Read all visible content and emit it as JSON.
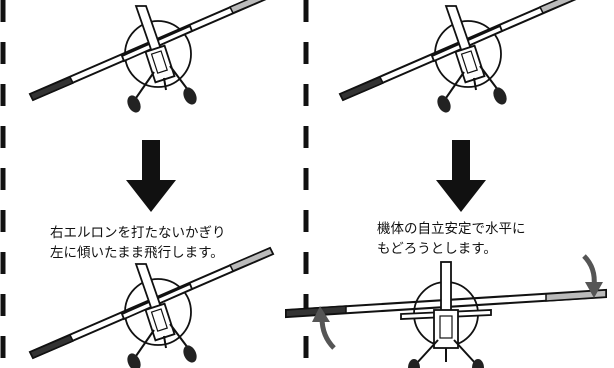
{
  "left_panel": {
    "caption_line1": "右エルロンを打たないかぎり",
    "caption_line2": "左に傾いたまま飛行します。"
  },
  "right_panel": {
    "caption_line1": "機体の自立安定で水平に",
    "caption_line2": "もどろうとします。"
  },
  "colors": {
    "line": "#111111",
    "arrow": "#111111",
    "curved_arrow": "#555555",
    "left_wingtip": "#333333",
    "right_wingtip": "#bbbbbb"
  }
}
